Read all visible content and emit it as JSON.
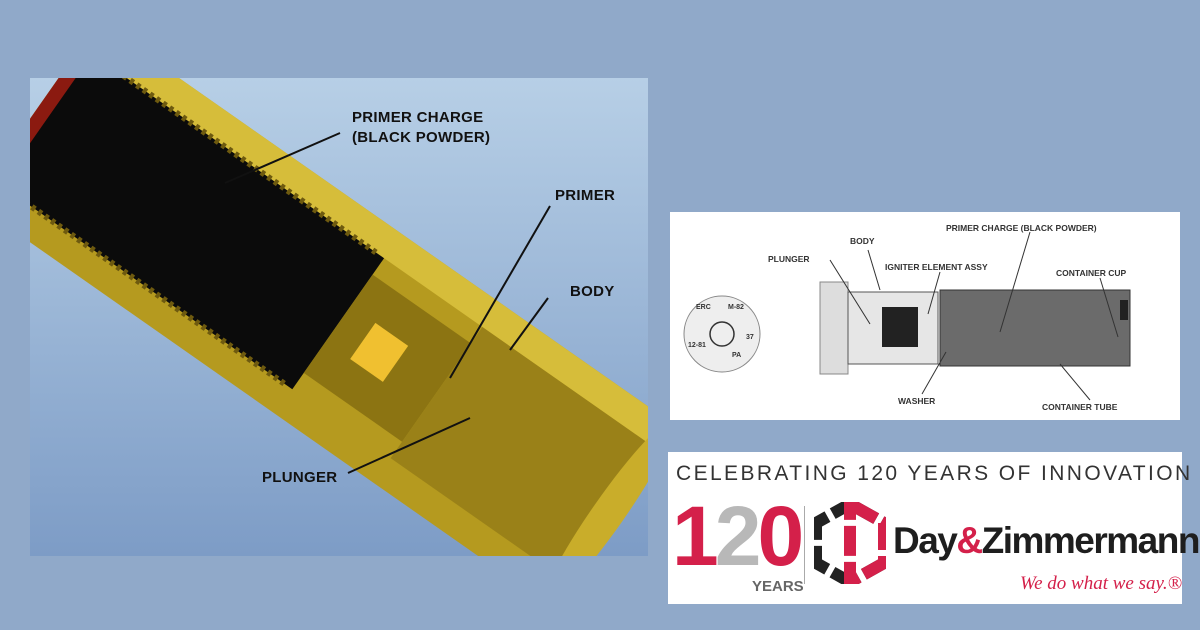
{
  "diagram_3d": {
    "labels": {
      "primer_charge": "PRIMER CHARGE",
      "primer_charge_sub": "(BLACK POWDER)",
      "primer": "PRIMER",
      "body": "BODY",
      "plunger": "PLUNGER"
    }
  },
  "drawing": {
    "labels": {
      "plunger": "PLUNGER",
      "body": "BODY",
      "igniter": "IGNITER ELEMENT ASSY",
      "primer_charge": "PRIMER CHARGE (BLACK POWDER)",
      "container_cup": "CONTAINER CUP",
      "washer": "WASHER",
      "container_tube": "CONTAINER TUBE"
    },
    "headstamp": [
      "ERC",
      "M-82",
      "12-81",
      "PA",
      "37"
    ]
  },
  "logo": {
    "celebrating": "CELEBRATING 120 YEARS OF INNOVATION",
    "number_1": "1",
    "number_2": "2",
    "number_0": "0",
    "years": "YEARS",
    "brand_day": "Day",
    "brand_amp": "&",
    "brand_zimmermann": "Zimmermann",
    "tagline": "We do what we say.®",
    "accent": "#d4204a"
  }
}
